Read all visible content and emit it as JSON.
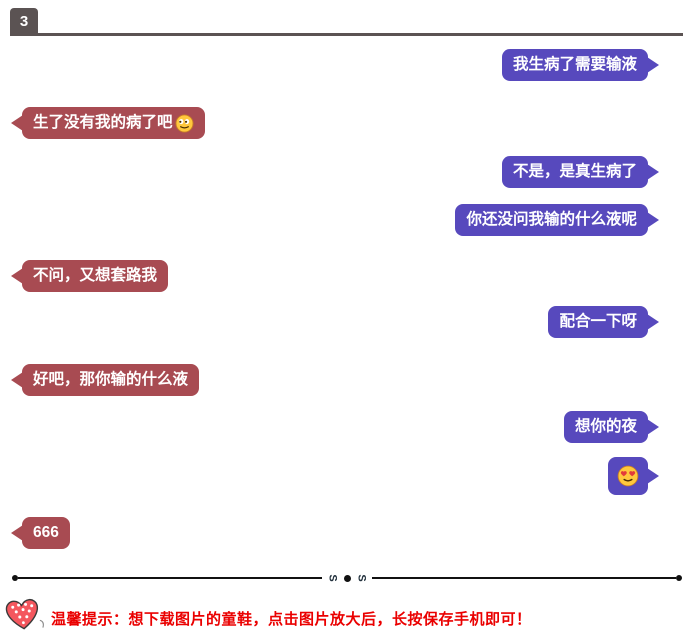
{
  "page": {
    "number_badge": "3",
    "background_color": "#ffffff"
  },
  "chat": {
    "bubble_colors": {
      "right": "#5749bd",
      "left": "#a84b52"
    },
    "text_color": "#ffffff",
    "messages": [
      {
        "side": "right",
        "text": "我生病了需要输液"
      },
      {
        "side": "left",
        "text": "生了没有我的病了吧",
        "emoji": "smirk-emoji"
      },
      {
        "side": "right",
        "text": "不是，是真生病了"
      },
      {
        "side": "right",
        "text": "你还没问我输的什么液呢"
      },
      {
        "side": "left",
        "text": "不问，又想套路我"
      },
      {
        "side": "right",
        "text": "配合一下呀"
      },
      {
        "side": "left",
        "text": "好吧，那你输的什么液"
      },
      {
        "side": "right",
        "text": "想你的夜"
      },
      {
        "side": "right",
        "text": "",
        "emoji": "heart-eyes-emoji"
      },
      {
        "side": "left",
        "text": "666"
      }
    ]
  },
  "divider": {
    "ornament_glyph": "S",
    "line_color": "#111111"
  },
  "footer": {
    "icon": "polka-dot-heart-icon",
    "text": "温馨提示：想下载图片的童鞋，点击图片放大后，长按保存手机即可！",
    "text_color": "#ea0000"
  }
}
